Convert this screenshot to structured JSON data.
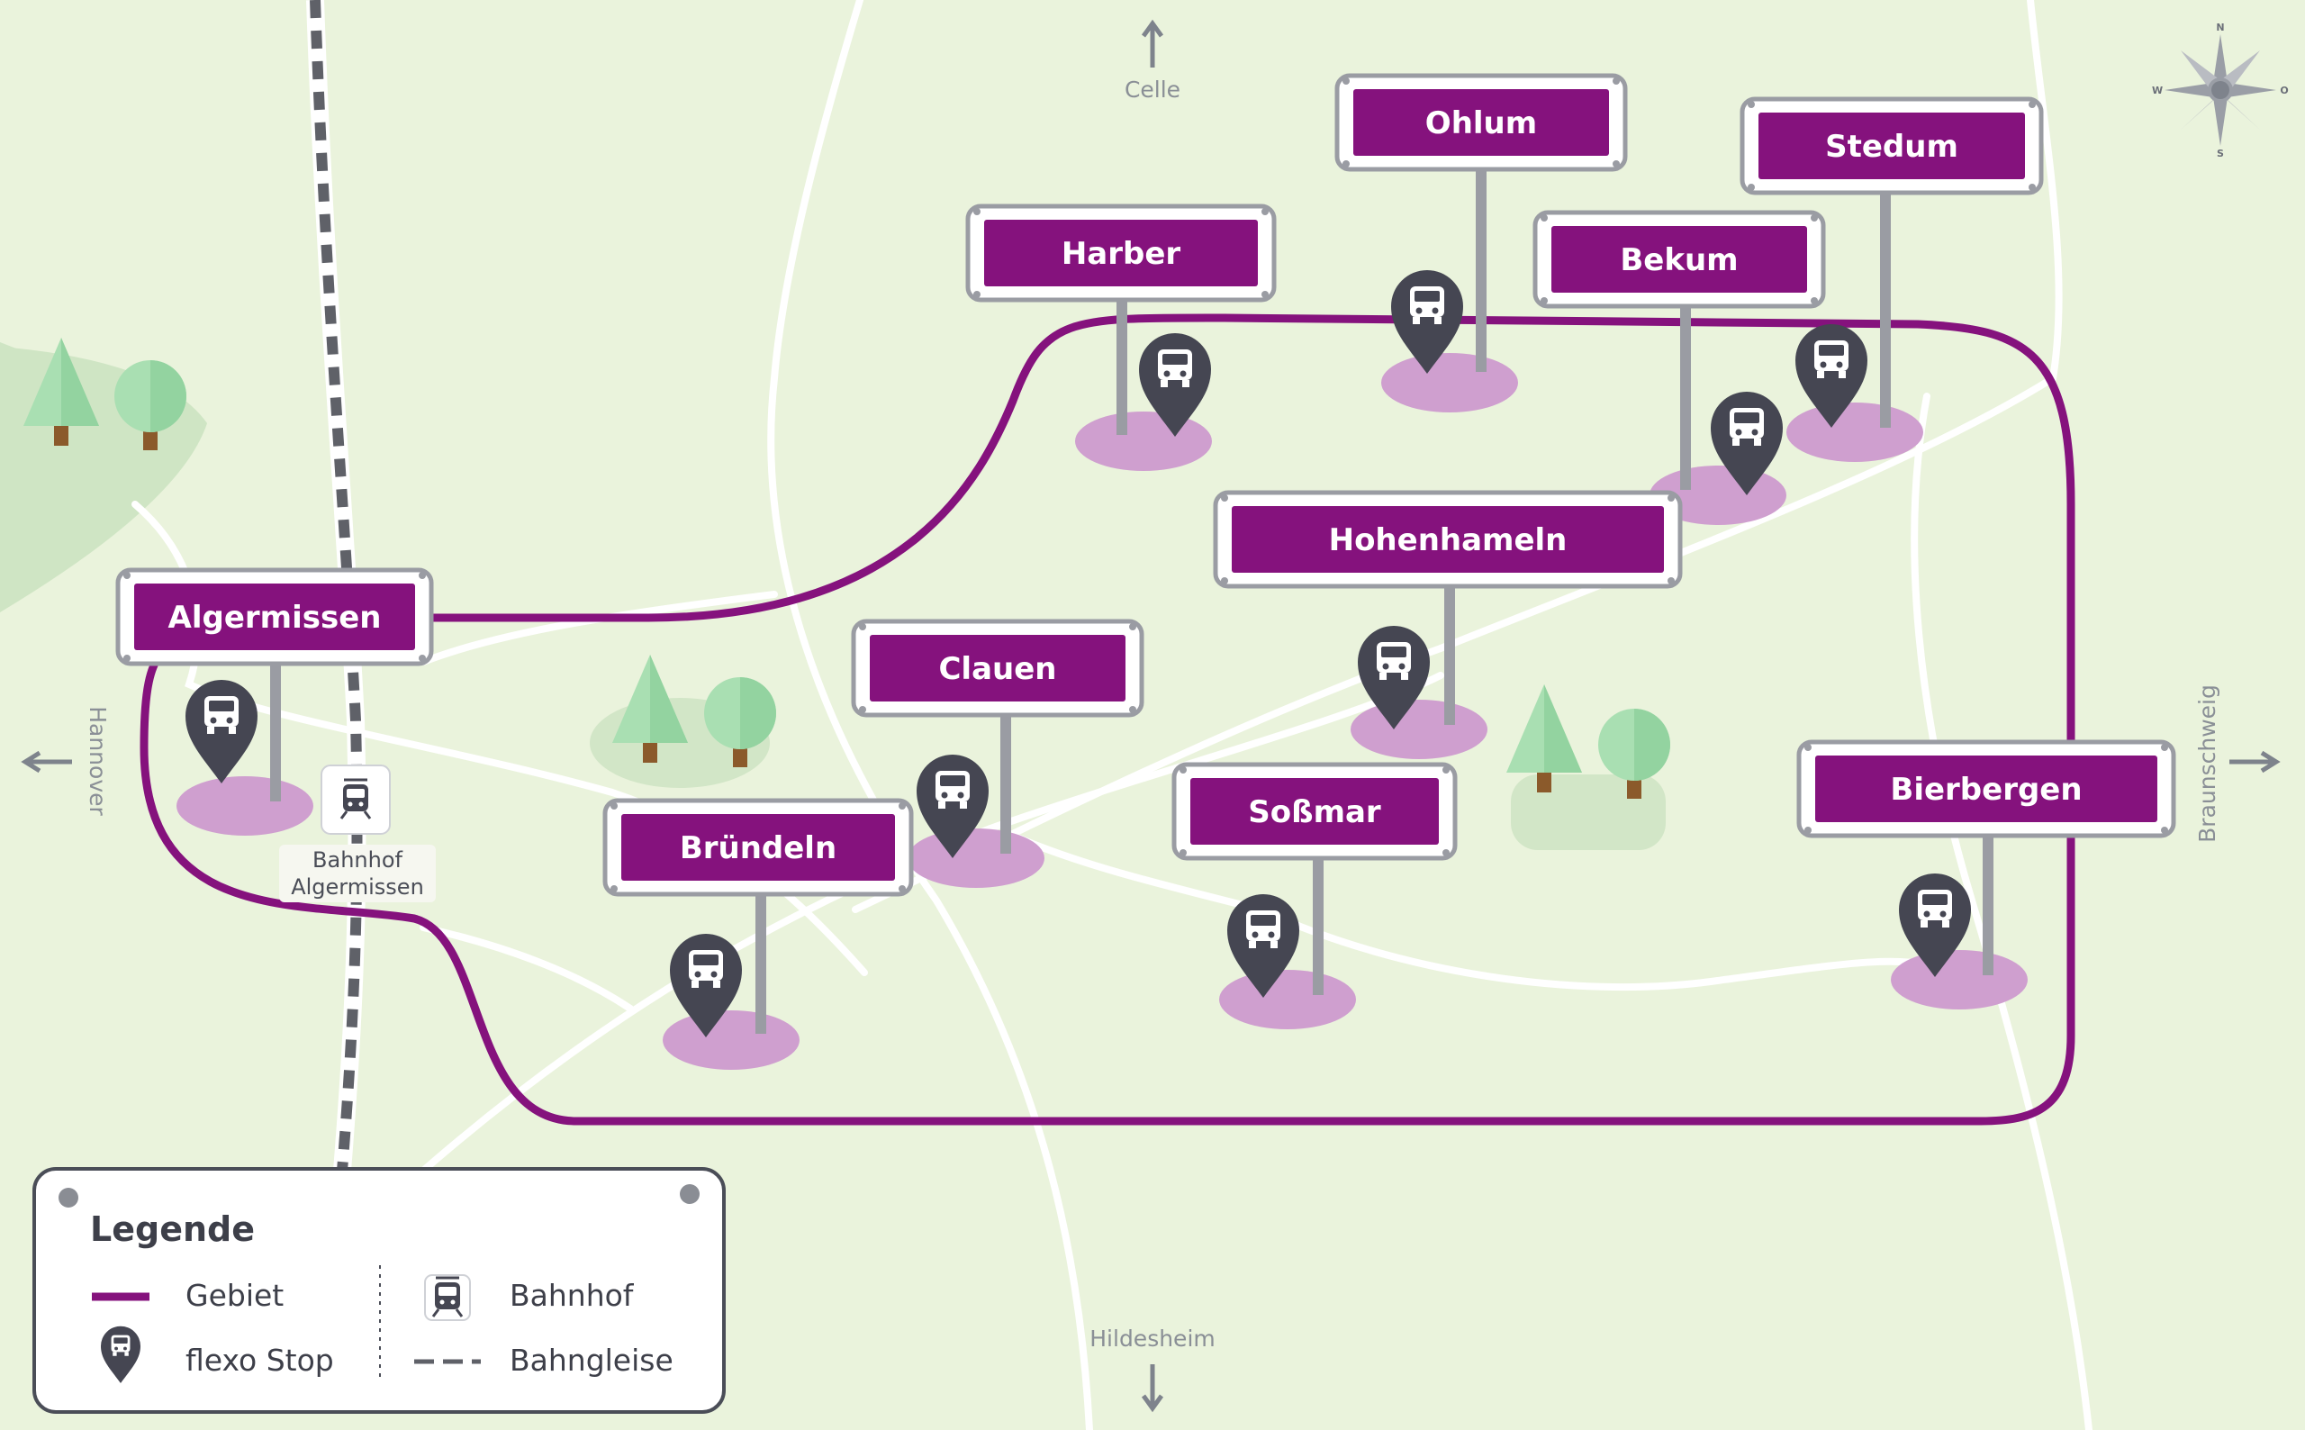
{
  "map": {
    "colors": {
      "background": "#eaf3dc",
      "area_route": "#85127d",
      "stop_pin": "#454652",
      "stop_halo": "#cf9fcf",
      "sign_fill": "#85127d",
      "road": "#ffffff",
      "tree_light": "#a9dfb2",
      "trunk": "#8b5a2b"
    },
    "places": [
      {
        "name": "Algermissen",
        "icon": "bus-stop-pin-icon"
      },
      {
        "name": "Harber",
        "icon": "bus-stop-pin-icon"
      },
      {
        "name": "Ohlum",
        "icon": "bus-stop-pin-icon"
      },
      {
        "name": "Stedum",
        "icon": "bus-stop-pin-icon"
      },
      {
        "name": "Bekum",
        "icon": "bus-stop-pin-icon"
      },
      {
        "name": "Hohenhameln",
        "icon": "bus-stop-pin-icon"
      },
      {
        "name": "Clauen",
        "icon": "bus-stop-pin-icon"
      },
      {
        "name": "Bründeln",
        "icon": "bus-stop-pin-icon"
      },
      {
        "name": "Soßmar",
        "icon": "bus-stop-pin-icon"
      },
      {
        "name": "Bierbergen",
        "icon": "bus-stop-pin-icon"
      }
    ],
    "station": {
      "line1": "Bahnhof",
      "line2": "Algermissen",
      "icon": "train-station-icon"
    },
    "directions": {
      "north": "Celle",
      "south": "Hildesheim",
      "west": "Hannover",
      "east": "Braunschweig"
    },
    "compass": {
      "n": "N",
      "s": "S",
      "w": "W",
      "o": "O",
      "icon": "compass-rose-icon"
    }
  },
  "legend": {
    "title": "Legende",
    "items": [
      {
        "label": "Gebiet",
        "icon": "area-line-icon"
      },
      {
        "label": "flexo Stop",
        "icon": "bus-stop-pin-icon"
      },
      {
        "label": "Bahnhof",
        "icon": "train-station-icon"
      },
      {
        "label": "Bahngleise",
        "icon": "railway-track-icon"
      }
    ]
  }
}
